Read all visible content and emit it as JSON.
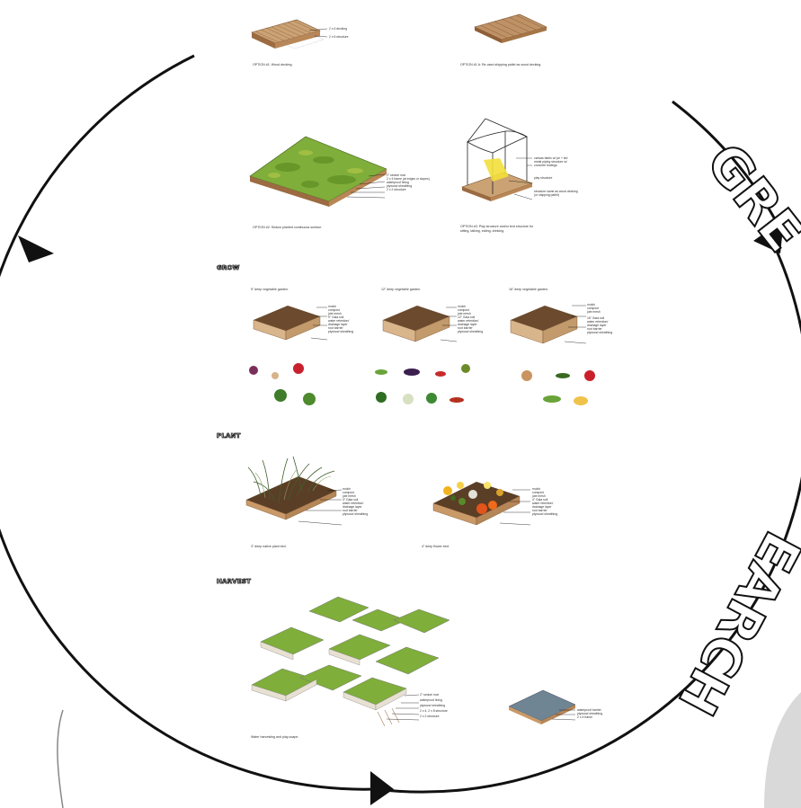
{
  "colors": {
    "ring": "#111111",
    "wood": "#c9a073",
    "wood_dark": "#8a5a34",
    "grass": "#7fae3a",
    "soil": "#6b4a2e",
    "slate": "#6f8594"
  },
  "icons": [
    "arrowhead-icon",
    "vegetable-icon",
    "flower-icon"
  ],
  "big_letters": {
    "green_partial": "GRE",
    "search_partial": "EARCH"
  },
  "option1": {
    "labels": [
      "2 x 6 decking",
      "2 x 6 structure"
    ],
    "caption": "OPTION #1:  Wood decking."
  },
  "option1a": {
    "caption": "OPTION #1 A:  Re-used shipping pallet as wood decking."
  },
  "option2": {
    "labels": [
      "2\" sedum mat",
      "2 x 4 frame (at edges or slopes)",
      "waterproof lining",
      "plywood sheathing",
      "2 x 2 structure"
    ],
    "caption": "OPTION #2:  Sedum planted continuous surface."
  },
  "option3": {
    "labels": [
      "canvas fabric w/ pe + led",
      "metal piping structure w/",
      "concrete footings",
      "play structure",
      "structure same as wood decking",
      "(or shipping pallet)"
    ],
    "caption_line1": "OPTION #3:  Play structure and/or tent structure for",
    "caption_line2": "sitting, talking, eating, drinking."
  },
  "grow": {
    "title": "GROW",
    "beds": [
      {
        "title": "9\" deep vegetable garden.",
        "labels": [
          "mulch",
          "compost",
          "jute mesh",
          "9\" Gaia soil",
          "water retention/",
          "drainage layer",
          "root barrier",
          "plywood sheathing"
        ]
      },
      {
        "title": "12\" deep vegetable garden.",
        "labels": [
          "mulch",
          "compost",
          "jute mesh",
          "12\" Gaia soil",
          "water retention/",
          "drainage layer",
          "root barrier",
          "plywood sheathing"
        ]
      },
      {
        "title": "16\" deep vegetable garden.",
        "labels": [
          "mulch",
          "compost",
          "jute mesh",
          "16\" Gaia soil",
          "water retention/",
          "drainage layer",
          "root barrier",
          "plywood sheathing"
        ]
      }
    ]
  },
  "plant": {
    "title": "PLANT",
    "native_labels": [
      "mulch",
      "compost",
      "jute mesh",
      "3\" Gaia soil",
      "water retention/",
      "drainage layer",
      "root barrier",
      "plywood sheathing"
    ],
    "native_caption": "3\" deep native plant bed.",
    "flower_labels": [
      "mulch",
      "compost",
      "jute mesh",
      "4\" Gaia soil",
      "water retention/",
      "drainage layer",
      "root barrier",
      "plywood sheathing"
    ],
    "flower_caption": "4\" deep flower bed."
  },
  "harvest": {
    "title": "HARVEST",
    "scape_labels": [
      "2\" sedum mat",
      "waterproof lining",
      "plywood sheathing",
      "2 x 4, 2 x 8 structure",
      "2 x 2 structure"
    ],
    "scape_caption": "Water harvesting and play-scape.",
    "tile_labels": [
      "waterproof barrier",
      "plywood sheathing",
      "2 x 4 frame"
    ]
  }
}
